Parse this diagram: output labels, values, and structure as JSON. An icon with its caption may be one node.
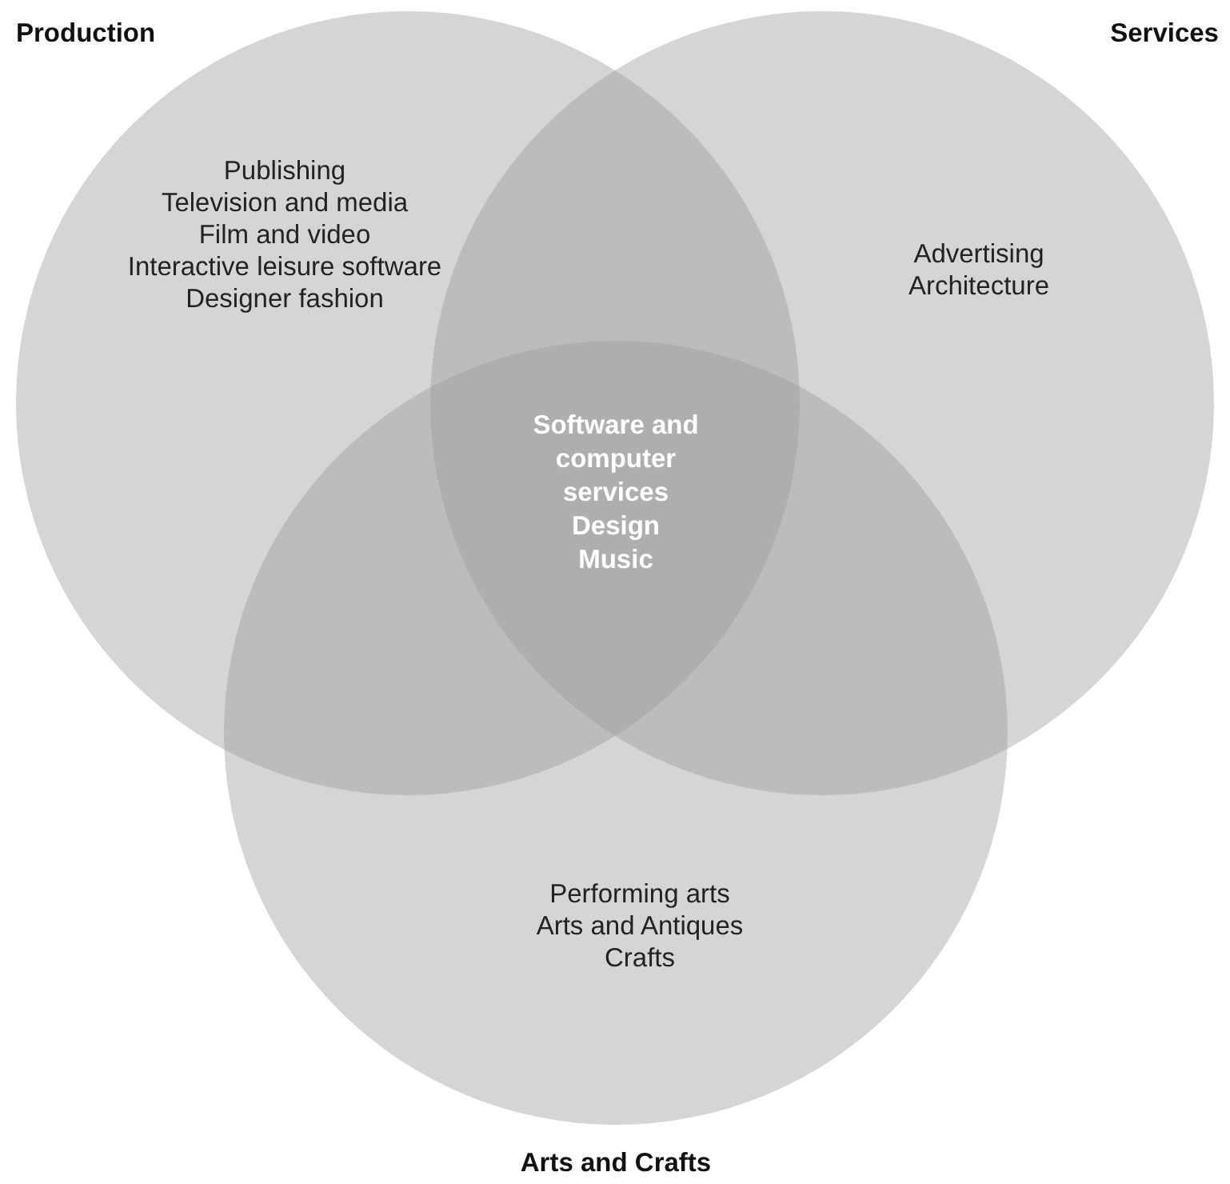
{
  "diagram": {
    "nodes": [
      {
        "text": [
          "Production",
          "Publishing",
          "Television and media",
          "Film and video",
          "Interactive leisure software",
          "Designer fashion"
        ]
      },
      {
        "text": [
          "Services",
          "Advertising",
          "Architecture"
        ]
      },
      {
        "text": [
          "Performing arts",
          "Arts and Antiques",
          "Crafts",
          "Arts and Crafts"
        ]
      }
    ],
    "labels": [
      "Software and computer services",
      "Design",
      "Music"
    ]
  }
}
